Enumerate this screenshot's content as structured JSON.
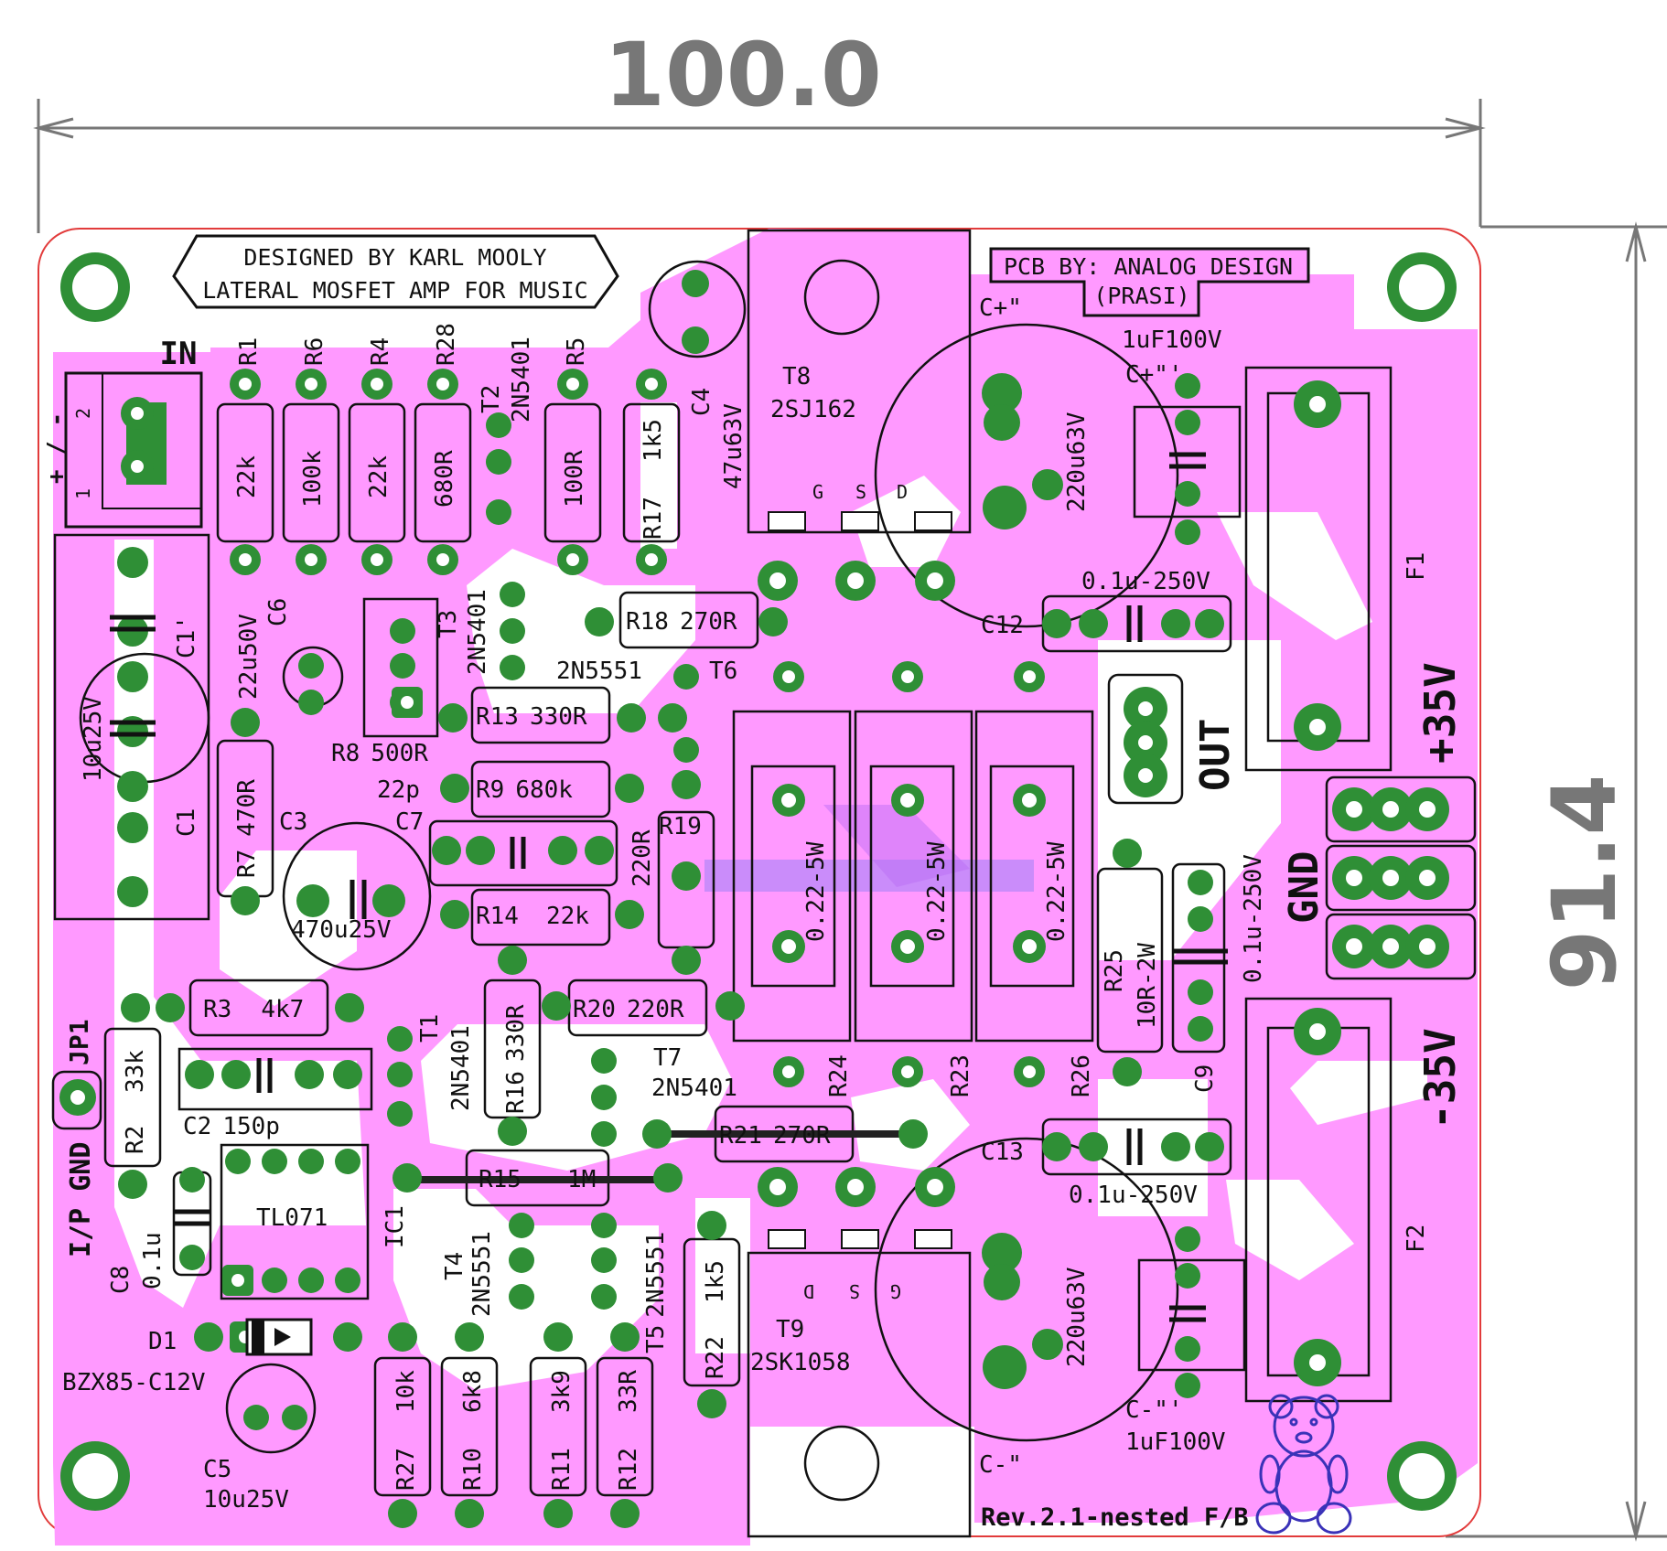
{
  "dimensions": {
    "width": "100.0",
    "height": "91.4"
  },
  "title_box": [
    "DESIGNED BY KARL MOOLY",
    "LATERAL MOSFET AMP FOR MUSIC"
  ],
  "credit_box": [
    "PCB BY: ANALOG DESIGN",
    "(PRASI)"
  ],
  "revision": "Rev.2.1-nested F/B",
  "connectors": {
    "in": "IN",
    "in_pins": "+ / -",
    "pin1": "1",
    "pin2": "2",
    "out": "OUT",
    "plus35": "+35V",
    "gnd": "GND",
    "minus35": "-35V",
    "ip_gnd": "I/P GND",
    "jp1": "JP1"
  },
  "resistors": [
    {
      "ref": "R1",
      "val": "22k"
    },
    {
      "ref": "R6",
      "val": "100k"
    },
    {
      "ref": "R4",
      "val": "22k"
    },
    {
      "ref": "R28",
      "val": "680R"
    },
    {
      "ref": "R5",
      "val": "100R"
    },
    {
      "ref": "R17",
      "val": "1k5"
    },
    {
      "ref": "R7",
      "val": "470R"
    },
    {
      "ref": "R18",
      "val": "270R"
    },
    {
      "ref": "R13",
      "val": "330R"
    },
    {
      "ref": "R9",
      "val": "680k"
    },
    {
      "ref": "R19",
      "val": "220R"
    },
    {
      "ref": "R14",
      "val": "22k"
    },
    {
      "ref": "R3",
      "val": "4k7"
    },
    {
      "ref": "R2",
      "val": "33k"
    },
    {
      "ref": "R16",
      "val": "330R"
    },
    {
      "ref": "R20",
      "val": "220R"
    },
    {
      "ref": "R21",
      "val": "270R"
    },
    {
      "ref": "R15",
      "val": "1M"
    },
    {
      "ref": "R22",
      "val": "1k5"
    },
    {
      "ref": "R27",
      "val": "10k"
    },
    {
      "ref": "R10",
      "val": "6k8"
    },
    {
      "ref": "R11",
      "val": "3k9"
    },
    {
      "ref": "R12",
      "val": "33R"
    },
    {
      "ref": "R25",
      "val": "10R-2W"
    },
    {
      "ref": "R24",
      "val": "0.22-5W"
    },
    {
      "ref": "R23",
      "val": "0.22-5W"
    },
    {
      "ref": "R26",
      "val": "0.22-5W"
    }
  ],
  "pot": {
    "ref": "R8",
    "val": "500R"
  },
  "capacitors": [
    {
      "ref": "C1",
      "val": "10u25V"
    },
    {
      "ref": "C1'",
      "val": ""
    },
    {
      "ref": "C6",
      "val": "22u50V"
    },
    {
      "ref": "C3",
      "val": "470u25V"
    },
    {
      "ref": "C7",
      "val": "22p"
    },
    {
      "ref": "C4",
      "val": "47u63V"
    },
    {
      "ref": "C2",
      "val": "150p"
    },
    {
      "ref": "C8",
      "val": "0.1u"
    },
    {
      "ref": "C5",
      "val": "10u25V"
    },
    {
      "ref": "C12",
      "val": "0.1u-250V"
    },
    {
      "ref": "C13",
      "val": "0.1u-250V"
    },
    {
      "ref": "C9",
      "val": "0.1u-250V"
    },
    {
      "ref": "C+\"",
      "val": "220u63V"
    },
    {
      "ref": "C+\"'",
      "val": "1uF100V"
    },
    {
      "ref": "C-\"",
      "val": "220u63V"
    },
    {
      "ref": "C-\"'",
      "val": "1uF100V"
    }
  ],
  "transistors": [
    {
      "ref": "T2",
      "val": "2N5401"
    },
    {
      "ref": "T3",
      "val": "2N5401"
    },
    {
      "ref": "T6",
      "val": "2N5551"
    },
    {
      "ref": "T1",
      "val": "2N5401"
    },
    {
      "ref": "T7",
      "val": "2N5401"
    },
    {
      "ref": "T4",
      "val": "2N5551"
    },
    {
      "ref": "T5",
      "val": "2N5551"
    },
    {
      "ref": "T8",
      "val": "2SJ162"
    },
    {
      "ref": "T9",
      "val": "2SK1058"
    }
  ],
  "mosfet_pins": {
    "g": "G",
    "s": "S",
    "d": "D"
  },
  "ic": {
    "ref": "IC1",
    "val": "TL071"
  },
  "diode": {
    "ref": "D1",
    "val": "BZX85-C12V"
  },
  "fuses": [
    "F1",
    "F2"
  ],
  "colors": {
    "copper": "#ff99ff",
    "pad": "#2f8f36",
    "silk": "#111111",
    "edge": "#e23b3b",
    "dim": "#7a7a7a",
    "bear": "#3a32b8"
  }
}
